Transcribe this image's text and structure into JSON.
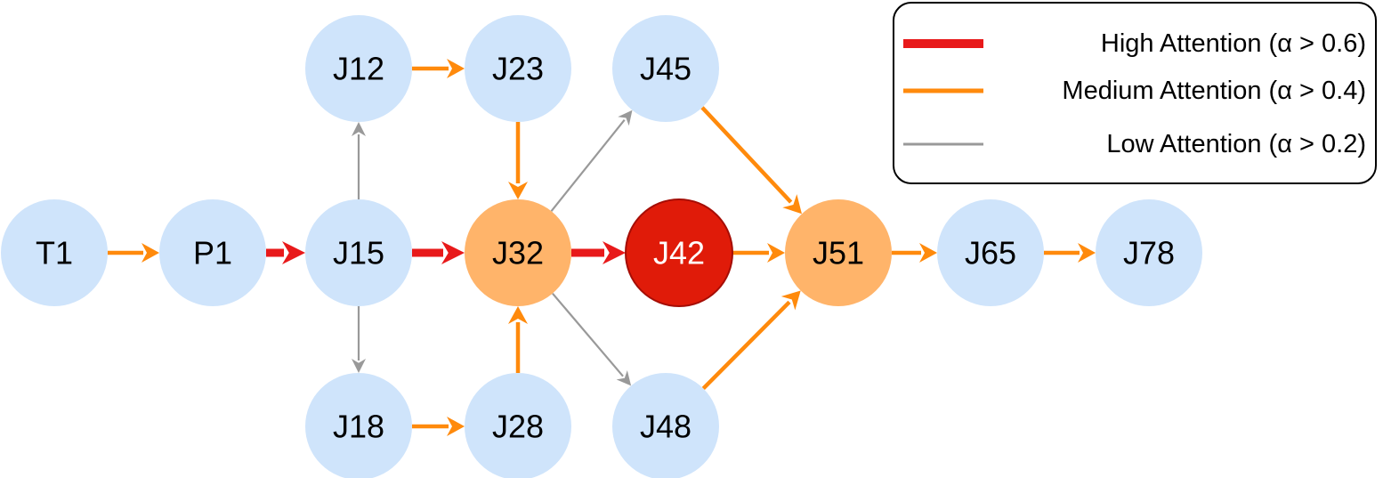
{
  "colors": {
    "high": "#e8191a",
    "medium": "#ff8a0c",
    "low": "#999999",
    "node_default": "#cfe4fb",
    "node_orange": "#ffb46a",
    "node_red": "#e01b09",
    "node_red_stroke": "#a50d05",
    "label_default": "#000000",
    "label_on_red": "#ffffff"
  },
  "nodes": [
    {
      "id": "T1",
      "label": "T1",
      "style": "default"
    },
    {
      "id": "P1",
      "label": "P1",
      "style": "default"
    },
    {
      "id": "J15",
      "label": "J15",
      "style": "default"
    },
    {
      "id": "J12",
      "label": "J12",
      "style": "default"
    },
    {
      "id": "J18",
      "label": "J18",
      "style": "default"
    },
    {
      "id": "J23",
      "label": "J23",
      "style": "default"
    },
    {
      "id": "J28",
      "label": "J28",
      "style": "default"
    },
    {
      "id": "J32",
      "label": "J32",
      "style": "orange"
    },
    {
      "id": "J45",
      "label": "J45",
      "style": "default"
    },
    {
      "id": "J48",
      "label": "J48",
      "style": "default"
    },
    {
      "id": "J42",
      "label": "J42",
      "style": "red"
    },
    {
      "id": "J51",
      "label": "J51",
      "style": "orange"
    },
    {
      "id": "J65",
      "label": "J65",
      "style": "default"
    },
    {
      "id": "J78",
      "label": "J78",
      "style": "default"
    }
  ],
  "edges": [
    {
      "from": "T1",
      "to": "P1",
      "level": "medium"
    },
    {
      "from": "P1",
      "to": "J15",
      "level": "high"
    },
    {
      "from": "J15",
      "to": "J32",
      "level": "high"
    },
    {
      "from": "J15",
      "to": "J12",
      "level": "low"
    },
    {
      "from": "J15",
      "to": "J18",
      "level": "low"
    },
    {
      "from": "J12",
      "to": "J23",
      "level": "medium"
    },
    {
      "from": "J18",
      "to": "J28",
      "level": "medium"
    },
    {
      "from": "J23",
      "to": "J32",
      "level": "medium"
    },
    {
      "from": "J28",
      "to": "J32",
      "level": "medium"
    },
    {
      "from": "J32",
      "to": "J45",
      "level": "low"
    },
    {
      "from": "J32",
      "to": "J48",
      "level": "low"
    },
    {
      "from": "J32",
      "to": "J42",
      "level": "high"
    },
    {
      "from": "J42",
      "to": "J51",
      "level": "medium"
    },
    {
      "from": "J45",
      "to": "J51",
      "level": "medium"
    },
    {
      "from": "J48",
      "to": "J51",
      "level": "medium"
    },
    {
      "from": "J51",
      "to": "J65",
      "level": "medium"
    },
    {
      "from": "J65",
      "to": "J78",
      "level": "medium"
    }
  ],
  "legend": {
    "entries": [
      {
        "level": "high",
        "label": "High Attention (α > 0.6)"
      },
      {
        "level": "medium",
        "label": "Medium Attention (α > 0.4)"
      },
      {
        "level": "low",
        "label": "Low Attention (α > 0.2)"
      }
    ]
  }
}
